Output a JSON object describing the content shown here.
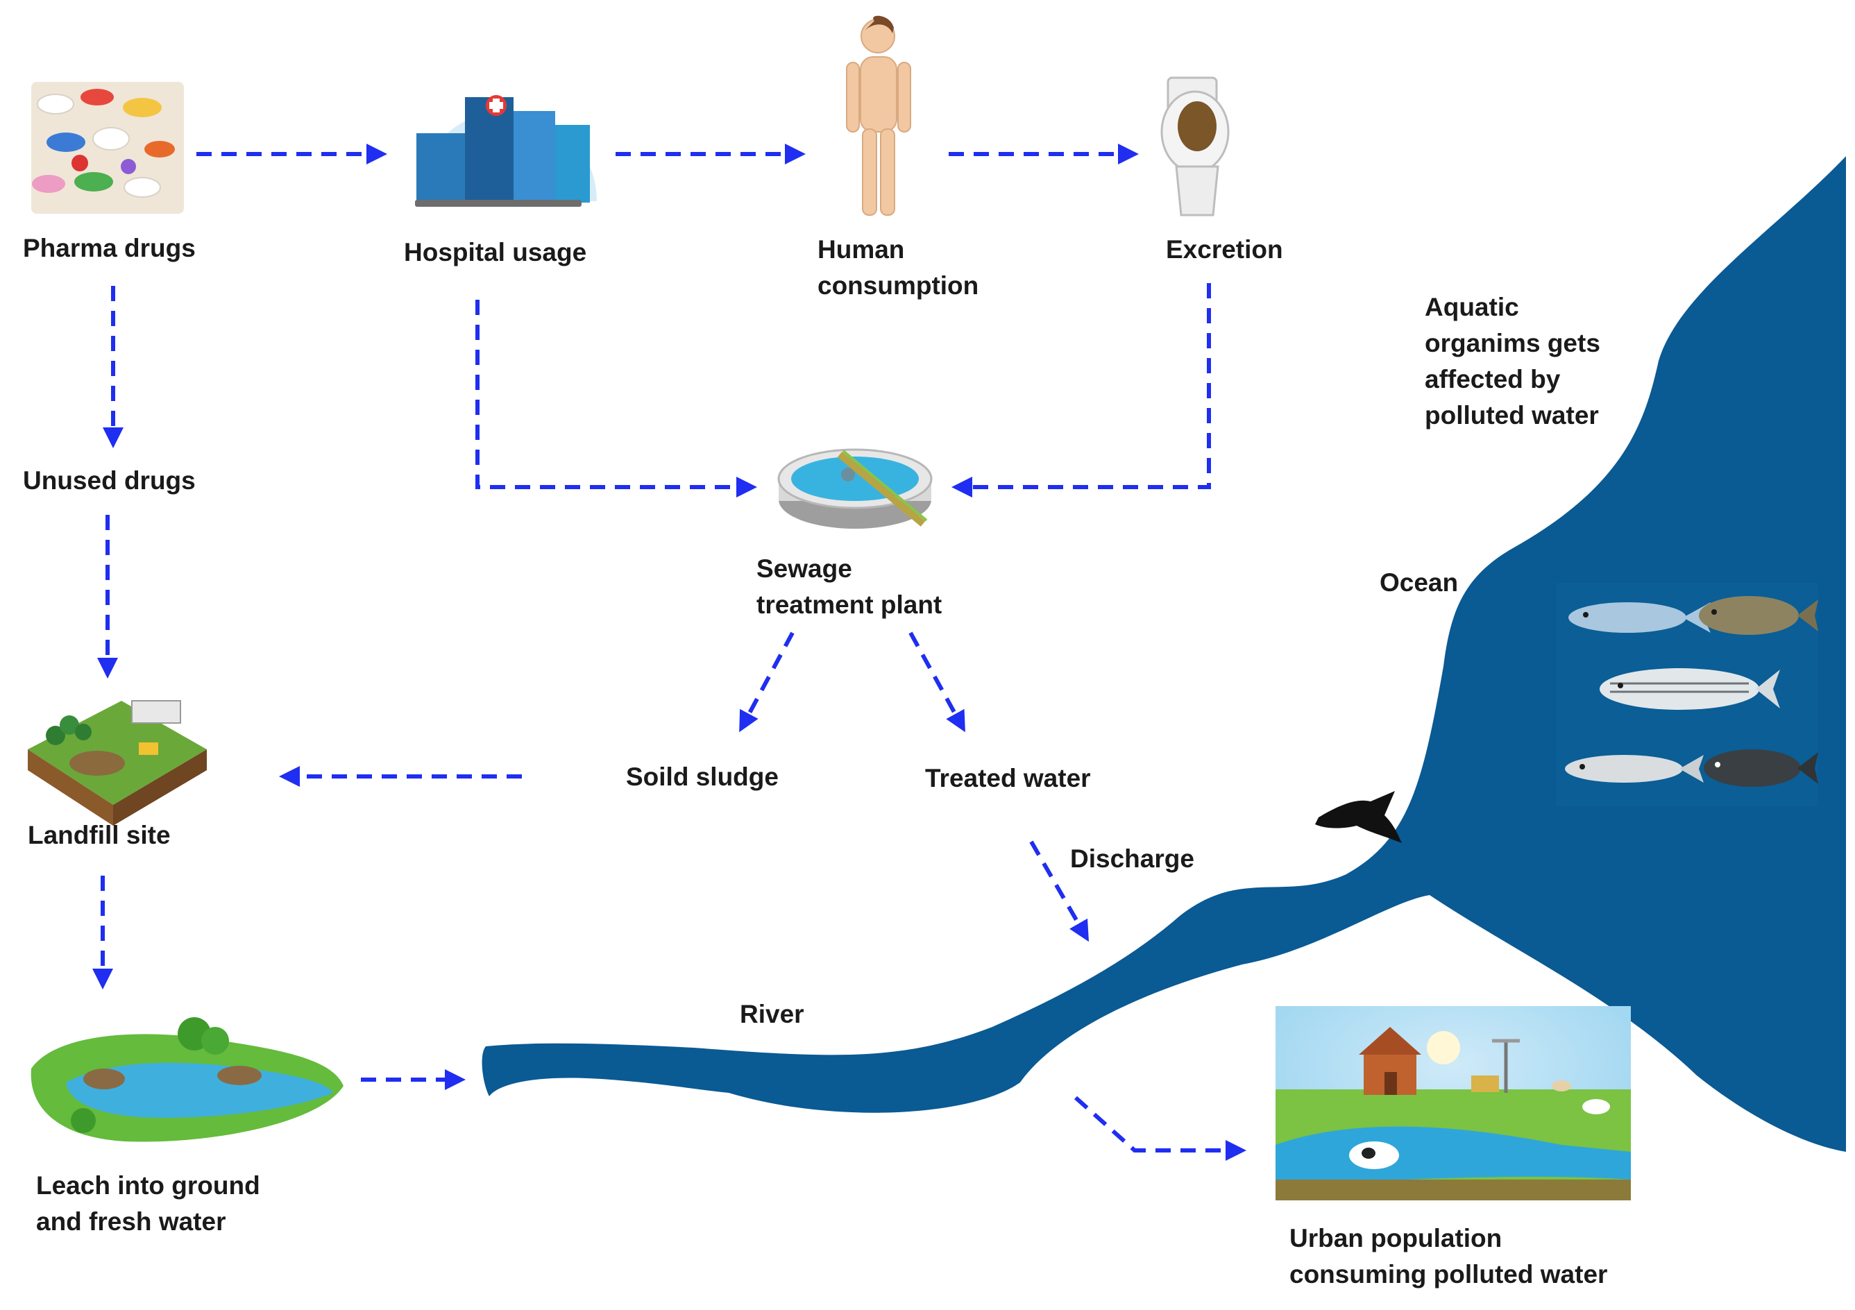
{
  "colors": {
    "arrow": "#1f2ef0",
    "water": "#0a5a94",
    "label": "#1a1a1a"
  },
  "nodes": {
    "pharma_drugs": "Pharma drugs",
    "hospital_usage": "Hospital usage",
    "human_consumption": [
      "Human",
      "consumption"
    ],
    "excretion": "Excretion",
    "unused_drugs": "Unused drugs",
    "sewage_treatment_plant": [
      "Sewage",
      "treatment plant"
    ],
    "solid_sludge": "Soild sludge",
    "treated_water": "Treated water",
    "landfill_site": "Landfill site",
    "leach": [
      "Leach into ground",
      "and fresh water"
    ],
    "discharge": "Discharge",
    "river": "River",
    "ocean": "Ocean",
    "aquatic": [
      "Aquatic",
      "organims gets",
      "affected by",
      "polluted water"
    ],
    "urban": [
      "Urban population",
      "consuming polluted water"
    ]
  },
  "icons": [
    "pills-icon",
    "hospital-icon",
    "human-body-icon",
    "toilet-icon",
    "sewage-tank-icon",
    "landfill-icon",
    "freshwater-pond-icon",
    "fish-group-icon",
    "bird-icon",
    "farm-scene-icon"
  ]
}
